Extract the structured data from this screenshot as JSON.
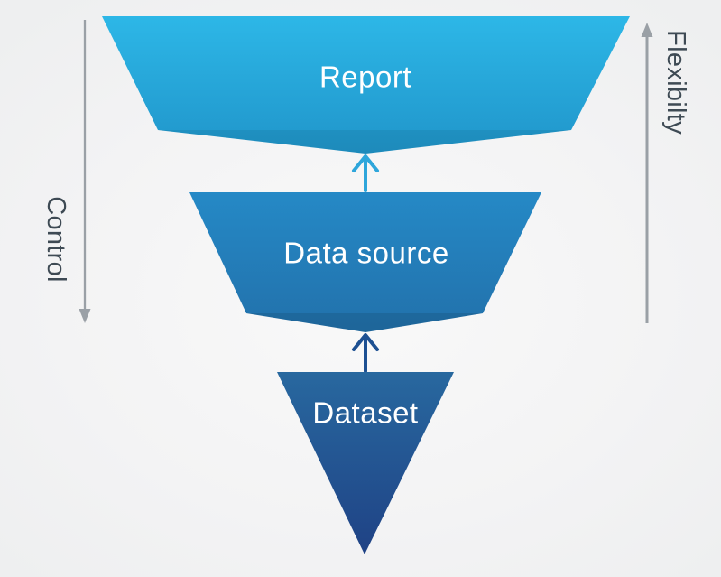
{
  "diagram": {
    "type": "inverted-funnel",
    "background_color": "#f3f3f4",
    "label_text_color": "#ffffff",
    "side_label_color": "#3e4a54",
    "axis_line_color": "#9aa0a6",
    "levels": [
      {
        "label": "Report",
        "color_top": "#2db7e7",
        "color_bottom": "#2095ca"
      },
      {
        "label": "Data source",
        "color_top": "#2589c6",
        "color_bottom": "#2271ab"
      },
      {
        "label": "Dataset",
        "color_top": "#28689f",
        "color_bottom": "#1f4285"
      }
    ],
    "arrows": [
      {
        "name": "datasource-to-report",
        "direction": "up",
        "color": "#2ea6db"
      },
      {
        "name": "dataset-to-datasource",
        "direction": "up",
        "color": "#1d5092"
      }
    ],
    "axes": {
      "left": {
        "label": "Control",
        "direction": "down",
        "color": "#9aa0a6"
      },
      "right": {
        "label": "Flexibilty",
        "direction": "up",
        "color": "#9aa0a6"
      }
    }
  }
}
